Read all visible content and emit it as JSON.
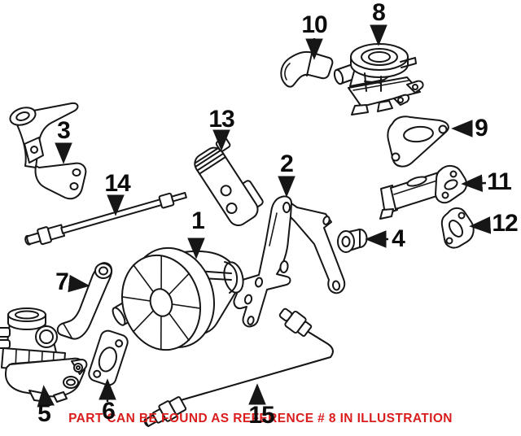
{
  "diagram": {
    "callouts": [
      {
        "label": "1"
      },
      {
        "label": "2"
      },
      {
        "label": "3"
      },
      {
        "label": "4"
      },
      {
        "label": "5"
      },
      {
        "label": "6"
      },
      {
        "label": "7"
      },
      {
        "label": "8"
      },
      {
        "label": "9"
      },
      {
        "label": "10"
      },
      {
        "label": "11"
      },
      {
        "label": "12"
      },
      {
        "label": "13"
      },
      {
        "label": "14"
      },
      {
        "label": "15"
      }
    ],
    "note": {
      "text": "PART CAN BE FOUND AS REFERENCE # 8 IN ILLUSTRATION",
      "color": "#d91d1d"
    },
    "colors": {
      "background": "#ffffff",
      "line": "#161616"
    }
  }
}
